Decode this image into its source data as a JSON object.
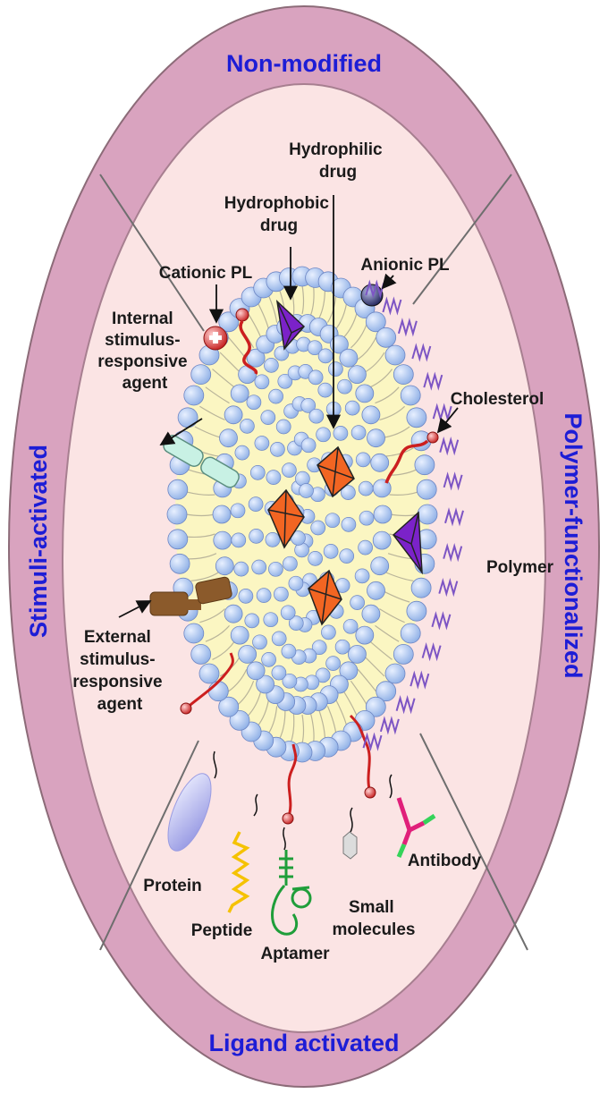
{
  "colors": {
    "outer_ring": "#d9a3bf",
    "ring_stroke": "#8c6b78",
    "inner_disc": "#fbe4e4",
    "divider": "#6e6e6e",
    "section_title": "#1d1dd6",
    "head_fill": "#a9c3ee",
    "head_stroke": "#6d86c4",
    "bilayer": "#fbf6c2",
    "drug_hydrophilic": "#f26522",
    "drug_hydrophobic": "#7b22c9",
    "cationic": "#d6332b",
    "anionic": "#2c2e6b",
    "polymer": "#7d55c4",
    "tail_red": "#cc1f1f"
  },
  "sections": {
    "top": "Non-modified",
    "right": "Polymer-functionalized",
    "bottom": "Ligand activated",
    "left": "Stimuli-activated"
  },
  "labels": {
    "hydrophilic_drug": [
      "Hydrophilic",
      "drug"
    ],
    "hydrophobic_drug": [
      "Hydrophobic",
      "drug"
    ],
    "cationic_pl": "Cationic PL",
    "anionic_pl": "Anionic PL",
    "internal_agent": [
      "Internal",
      "stimulus-",
      "responsive",
      "agent"
    ],
    "cholesterol": "Cholesterol",
    "polymer": "Polymer",
    "external_agent": [
      "External",
      "stimulus-",
      "responsive",
      "agent"
    ],
    "protein": "Protein",
    "peptide": "Peptide",
    "aptamer": "Aptamer",
    "small_molecules": [
      "Small",
      "molecules"
    ],
    "antibody": "Antibody"
  },
  "icons": [
    "hydrophilic-drug-icon",
    "hydrophobic-drug-icon",
    "cationic-pl-icon",
    "anionic-pl-icon",
    "cholesterol-icon",
    "polymer-icon",
    "protein-icon",
    "peptide-icon",
    "aptamer-icon",
    "small-molecule-icon",
    "antibody-icon",
    "stimulus-agent-icon"
  ]
}
